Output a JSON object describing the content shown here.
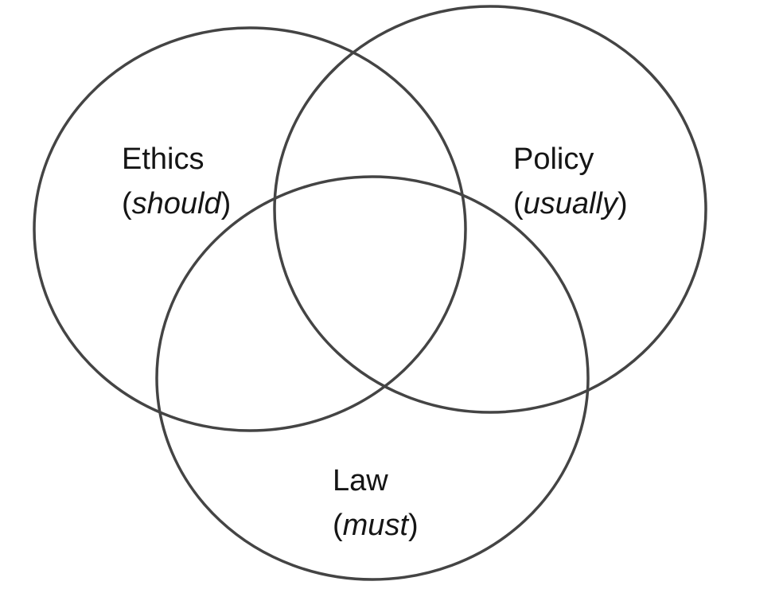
{
  "diagram": {
    "type": "venn",
    "stroke_color": "#444444",
    "sets": [
      {
        "name": "Ethics",
        "qualifier": "should"
      },
      {
        "name": "Policy",
        "qualifier": "usually"
      },
      {
        "name": "Law",
        "qualifier": "must"
      }
    ]
  }
}
